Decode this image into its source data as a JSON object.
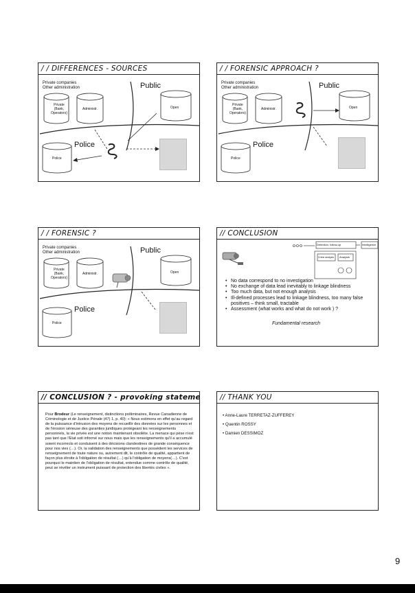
{
  "page_number": "9",
  "slides": [
    {
      "title": "/ / DIFFERENCES - SOURCES",
      "private_label": "Private companies",
      "other_admin_label": "Other administration",
      "public_label": "Public",
      "police_label": "Police",
      "cyl_private": [
        "Private",
        "(Bank,",
        "Operators)"
      ],
      "cyl_admin": "Administr.",
      "cyl_open": "Open",
      "cyl_police": "Police"
    },
    {
      "title": "/ / FORENSIC APPROACH ?",
      "private_label": "Private companies",
      "other_admin_label": "Other administration",
      "public_label": "Public",
      "police_label": "Police",
      "cyl_private": [
        "Private",
        "(Bank,",
        "Operators)"
      ],
      "cyl_admin": "Administr.",
      "cyl_open": "Open",
      "cyl_police": "Police"
    },
    {
      "title": "/ / FORENSIC ?",
      "private_label": "Private companies",
      "other_admin_label": "Other administration",
      "public_label": "Public",
      "police_label": "Police",
      "cyl_private": [
        "Private",
        "(Bank,",
        "Operators)"
      ],
      "cyl_admin": "Administr.",
      "cyl_open": "Open",
      "cyl_police": "Police"
    },
    {
      "title": "// CONCLUSION",
      "flow_boxes": [
        "Detection, follow-up",
        "Intelligence",
        "Crime analysis",
        "Analysis"
      ],
      "bullets": [
        "No data correspond to no investigation",
        "No exchange of data lead inevitably to linkage blindness",
        "Too much data, but not enough analysis",
        "Ill-defined processes lead to linkage blindness, too many false positives – think small, tractable",
        "Assessment (what works and what do not work ) ?"
      ],
      "fundamental": "Fundamental research"
    },
    {
      "title": "// CONCLUSION ?  - provoking statement",
      "author": "Brodeur",
      "para_before": "Pour ",
      "para_after": " (Le renseignement, distinctions préliminaires, Revue Canadienne de Criminologie et de Justice Pénale (47) 1, p. 40): « Nous estimons en effet qu'au regard de la puissance d'intrusion des moyens de recueillir des données sur les personnes et de l'érosion sérieuse des garanties juridiques protégeant les renseignements personnels, la vie privée est une notion maintenant obsolète. La menace qui pèse n'est pas tant que l'Etat soit informé sur nous mais que les renseignements qu'il a accumulé soient incorrects et conduisent à des décisions clandestines de grande conséquence pour nos vies (…). Or, la validation des renseignements que possèdent les services de renseignement de toute nature ou, autrement dit, le contrôle de qualité, appartient de façon plus étroite à l'obligation de résultat (…) qu'à l'obligation de moyens(…). C'est pourquoi le maintien de l'obligation de résultat, entendue comme contrôle de qualité, peut se révéler un instrument puissant de protection des libertés civiles »."
    },
    {
      "title": "// THANK YOU",
      "names": [
        "• Anne-Laure TERRETAZ-ZUFFEREY",
        "• Quentin ROSSY",
        "• Damien DESSIMOZ"
      ]
    }
  ]
}
